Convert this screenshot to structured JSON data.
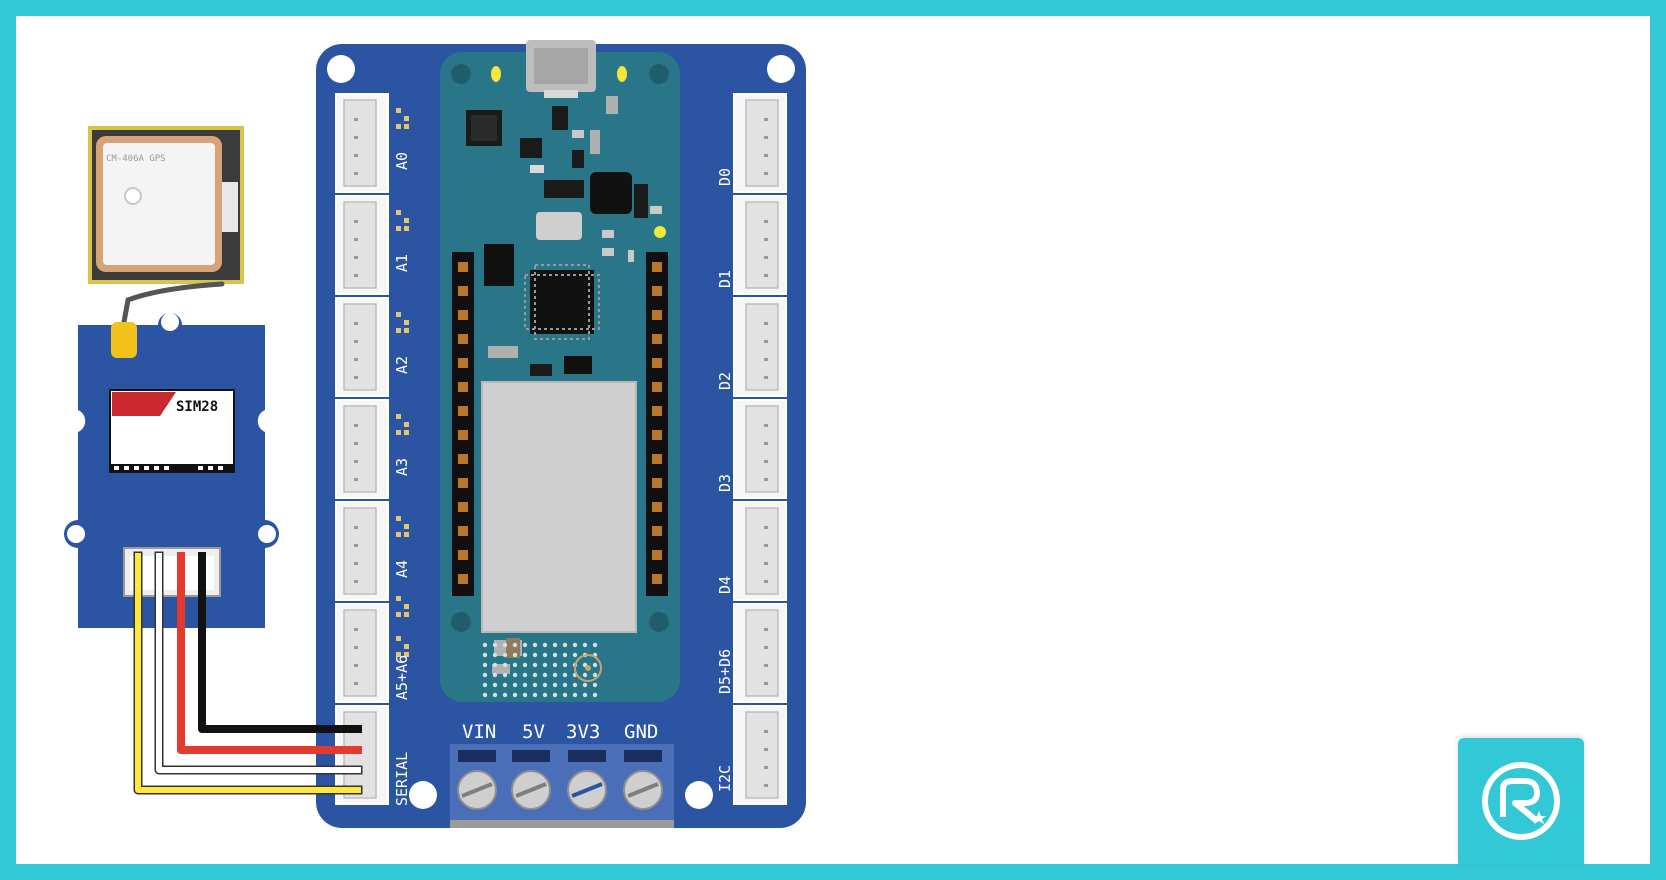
{
  "gps_antenna": {
    "label": "CM-406A GPS"
  },
  "gps_module": {
    "chip_label": "SIM28"
  },
  "left_ports": [
    "A0",
    "A1",
    "A2",
    "A3",
    "A4",
    "A5+A6",
    "SERIAL"
  ],
  "right_ports": [
    "D0",
    "D1",
    "D2",
    "D3",
    "D4",
    "D5+D6",
    "I2C"
  ],
  "power_terminals": [
    "VIN",
    "5V",
    "3V3",
    "GND"
  ],
  "wire_colors": {
    "black": "#111111",
    "red": "#e23a2e",
    "white": "#ffffff",
    "yellow": "#ffe83a"
  },
  "colors": {
    "frame": "#33c8d6",
    "board": "#2b55a3",
    "mcu_board": "#2a7689",
    "module_board": "#2b55a3"
  },
  "fab": {
    "icon": "logo-icon"
  }
}
